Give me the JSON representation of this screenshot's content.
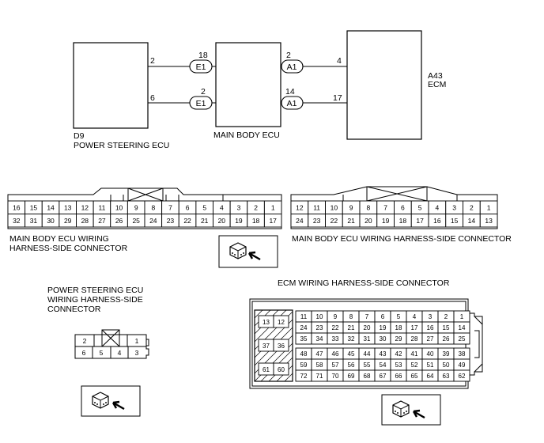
{
  "schematic": {
    "boxes": {
      "ps_code": "D9",
      "ps_name": "POWER STEERING ECU",
      "mb_name": "MAIN BODY ECU",
      "ecm_code": "A43",
      "ecm_name": "ECM"
    },
    "wires": [
      {
        "left_pin": "2",
        "conn": "E1",
        "conn_pin": "18"
      },
      {
        "left_pin": "6",
        "conn": "E1",
        "conn_pin": "2"
      },
      {
        "conn": "A1",
        "conn_pin": "2",
        "right_pin": "4"
      },
      {
        "conn": "A1",
        "conn_pin": "14",
        "right_pin": "17"
      }
    ]
  },
  "connectors": {
    "mb_e1": {
      "label_line1": "MAIN BODY ECU WIRING",
      "label_line2": "HARNESS-SIDE CONNECTOR",
      "top_row": [
        "16",
        "15",
        "14",
        "13",
        "12",
        "11",
        "10",
        "9",
        "8",
        "7",
        "6",
        "5",
        "4",
        "3",
        "2",
        "1"
      ],
      "bottom_row": [
        "32",
        "31",
        "30",
        "29",
        "28",
        "27",
        "26",
        "25",
        "24",
        "23",
        "22",
        "21",
        "20",
        "19",
        "18",
        "17"
      ]
    },
    "mb_a1": {
      "label": "MAIN BODY ECU WIRING HARNESS-SIDE CONNECTOR",
      "top_row": [
        "12",
        "11",
        "10",
        "9",
        "8",
        "7",
        "6",
        "5",
        "4",
        "3",
        "2",
        "1"
      ],
      "bottom_row": [
        "24",
        "23",
        "22",
        "21",
        "20",
        "19",
        "18",
        "17",
        "16",
        "15",
        "14",
        "13"
      ]
    },
    "ps": {
      "label_line1": "POWER STEERING ECU",
      "label_line2": "WIRING HARNESS-SIDE",
      "label_line3": "CONNECTOR",
      "top_left": "2",
      "top_right": "1",
      "bottom_row": [
        "6",
        "5",
        "4",
        "3"
      ]
    },
    "ecm": {
      "label": "ECM WIRING HARNESS-SIDE CONNECTOR",
      "left_block": [
        [
          "13",
          "12"
        ],
        [
          "37",
          "36"
        ],
        [
          "61",
          "60"
        ]
      ],
      "main_rows": [
        [
          "11",
          "10",
          "9",
          "8",
          "7",
          "6",
          "5",
          "4",
          "3",
          "2",
          "1"
        ],
        [
          "24",
          "23",
          "22",
          "21",
          "20",
          "19",
          "18",
          "17",
          "16",
          "15",
          "14"
        ],
        [
          "35",
          "34",
          "33",
          "32",
          "31",
          "30",
          "29",
          "28",
          "27",
          "26",
          "25"
        ],
        [
          "48",
          "47",
          "46",
          "45",
          "44",
          "43",
          "42",
          "41",
          "40",
          "39",
          "38"
        ],
        [
          "59",
          "58",
          "57",
          "56",
          "55",
          "54",
          "53",
          "52",
          "51",
          "50",
          "49"
        ],
        [
          "72",
          "71",
          "70",
          "69",
          "68",
          "67",
          "66",
          "65",
          "64",
          "63",
          "62"
        ]
      ]
    }
  }
}
